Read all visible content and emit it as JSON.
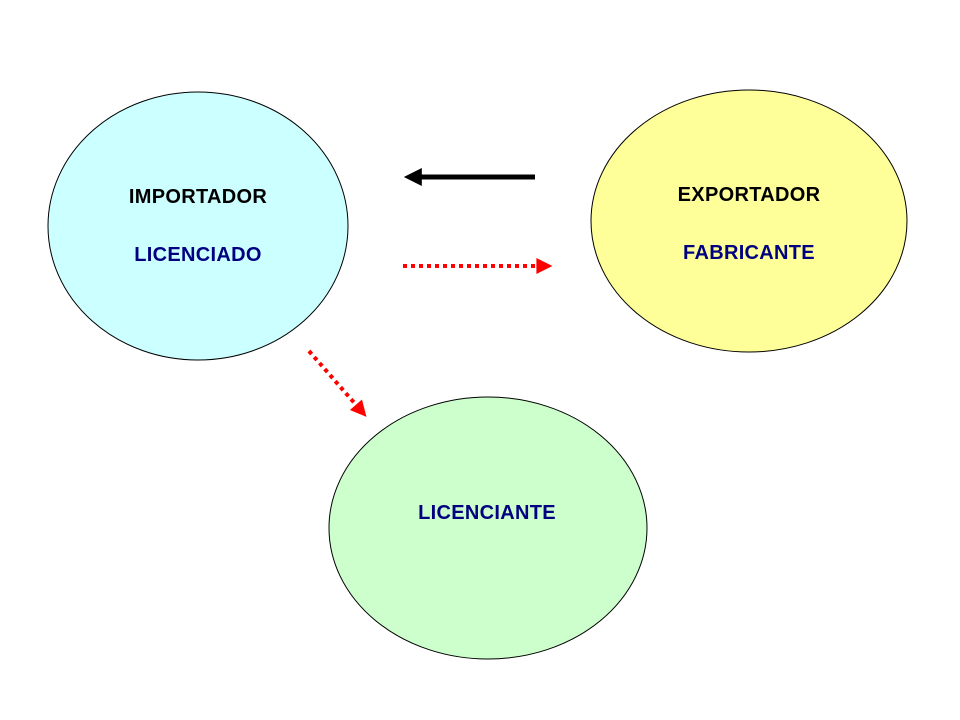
{
  "nodes": {
    "importador": {
      "title": "IMPORTADOR",
      "subtitle": "LICENCIADO",
      "fill": "#ccffff"
    },
    "exportador": {
      "title": "EXPORTADOR",
      "subtitle": "FABRICANTE",
      "fill": "#ffff99"
    },
    "licenciante": {
      "title": "LICENCIANTE",
      "fill": "#ccffcc"
    }
  },
  "colors": {
    "outline": "#000000",
    "title_text": "#000000",
    "subtitle_text": "#000080",
    "solid_arrow": "#000000",
    "dotted_arrow": "#ff0000"
  },
  "edges": [
    {
      "from": "exportador",
      "to": "importador",
      "style": "solid"
    },
    {
      "from": "importador",
      "to": "exportador",
      "style": "dotted"
    },
    {
      "from": "importador",
      "to": "licenciante",
      "style": "dotted"
    }
  ]
}
